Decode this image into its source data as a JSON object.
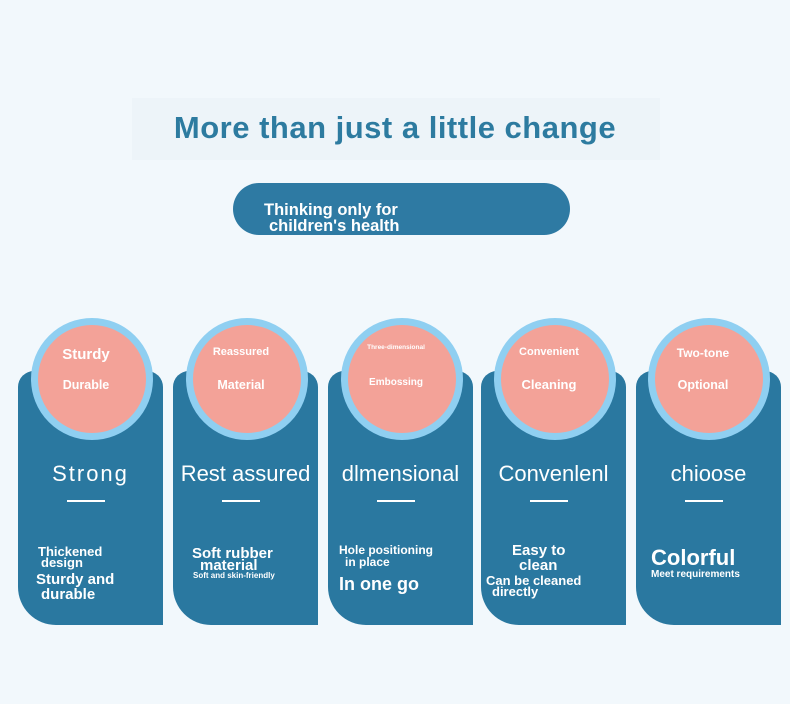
{
  "title": "More than just a little change",
  "subtitle": {
    "line1": "Thinking only for",
    "line2": "children's health"
  },
  "cards": [
    {
      "circle_top": "Sturdy",
      "circle_bottom": "Durable",
      "heading": "Strong",
      "desc_1": "Thickened",
      "desc_2": "design",
      "desc_3": "Sturdy and",
      "desc_4": "durable"
    },
    {
      "circle_top": "Reassured",
      "circle_bottom": "Material",
      "heading": "Rest assured",
      "desc_1": "Soft rubber",
      "desc_2": "material",
      "desc_3": "Soft and skin-friendly"
    },
    {
      "circle_top": "Three-dimensional",
      "circle_bottom": "Embossing",
      "heading": "dlmensional",
      "desc_1": "Hole positioning",
      "desc_2": "in place",
      "desc_3": "In one go"
    },
    {
      "circle_top": "Convenient",
      "circle_bottom": "Cleaning",
      "heading": "Convenlenl",
      "desc_1": "Easy to",
      "desc_2": "clean",
      "desc_3": "Can be cleaned",
      "desc_4": "directly"
    },
    {
      "circle_top": "Two-tone",
      "circle_bottom": "Optional",
      "heading": "chioose",
      "desc_1": "Colorful",
      "desc_2": "Meet requirements"
    }
  ],
  "colors": {
    "background": "#f2f8fc",
    "title": "#2d7ba0",
    "card": "#2a78a0",
    "circle_fill": "#f3a298",
    "circle_ring": "#8fcff1"
  }
}
